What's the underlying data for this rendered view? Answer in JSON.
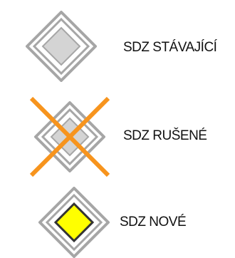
{
  "legend": {
    "items": [
      {
        "label": "SDZ STÁVAJÍCÍ",
        "status": "existing",
        "sign_fill": "#d4d4d4",
        "border": "#a6a6a6",
        "overlay": null
      },
      {
        "label": "SDZ RUŠENÉ",
        "status": "removed",
        "sign_fill": "#d4d4d4",
        "border": "#a6a6a6",
        "overlay": "cross",
        "overlay_color": "#f7941d"
      },
      {
        "label": "SDZ NOVÉ",
        "status": "new",
        "sign_fill": "#ffff00",
        "border": "#a6a6a6",
        "overlay": null
      }
    ]
  },
  "icons": {
    "sign": "priority-road-sign-icon",
    "cross": "cross-out-icon"
  }
}
